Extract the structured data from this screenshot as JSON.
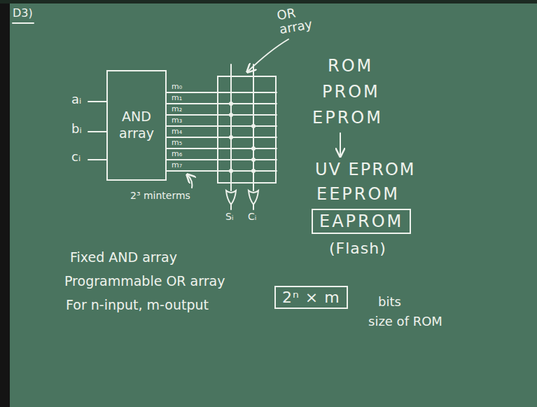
{
  "diagram": {
    "nodes": [
      {
        "text": [
          "AND array"
        ]
      },
      {
        "text": [
          "OR array"
        ]
      },
      {
        "text": [
          "EAPROM"
        ]
      },
      {
        "text": [
          "2ⁿ × m"
        ]
      }
    ],
    "edges": [
      {
        "from": 0,
        "to": 1,
        "arrow": "none",
        "label": "m₀"
      },
      {
        "from": 0,
        "to": 1,
        "arrow": "none",
        "label": "m₁"
      },
      {
        "from": 0,
        "to": 1,
        "arrow": "none",
        "label": "m₂"
      },
      {
        "from": 0,
        "to": 1,
        "arrow": "none",
        "label": "m₃"
      },
      {
        "from": 0,
        "to": 1,
        "arrow": "none",
        "label": "m₄"
      },
      {
        "from": 0,
        "to": 1,
        "arrow": "none",
        "label": "m₅"
      },
      {
        "from": 0,
        "to": 1,
        "arrow": "none",
        "label": "m₆"
      },
      {
        "from": 0,
        "to": 1,
        "arrow": "none",
        "label": "m₇"
      }
    ],
    "labels": [
      "D3)",
      "aᵢ",
      "bᵢ",
      "cᵢ",
      "2³ minterms",
      "Sᵢ",
      "Cᵢ",
      "ROM",
      "PROM",
      "EPROM",
      "UV EPROM",
      "EEPROM",
      "(Flash)",
      "Fixed AND array",
      "Programmable OR array",
      "For n-input, m-output",
      "bits",
      "size of ROM"
    ]
  }
}
